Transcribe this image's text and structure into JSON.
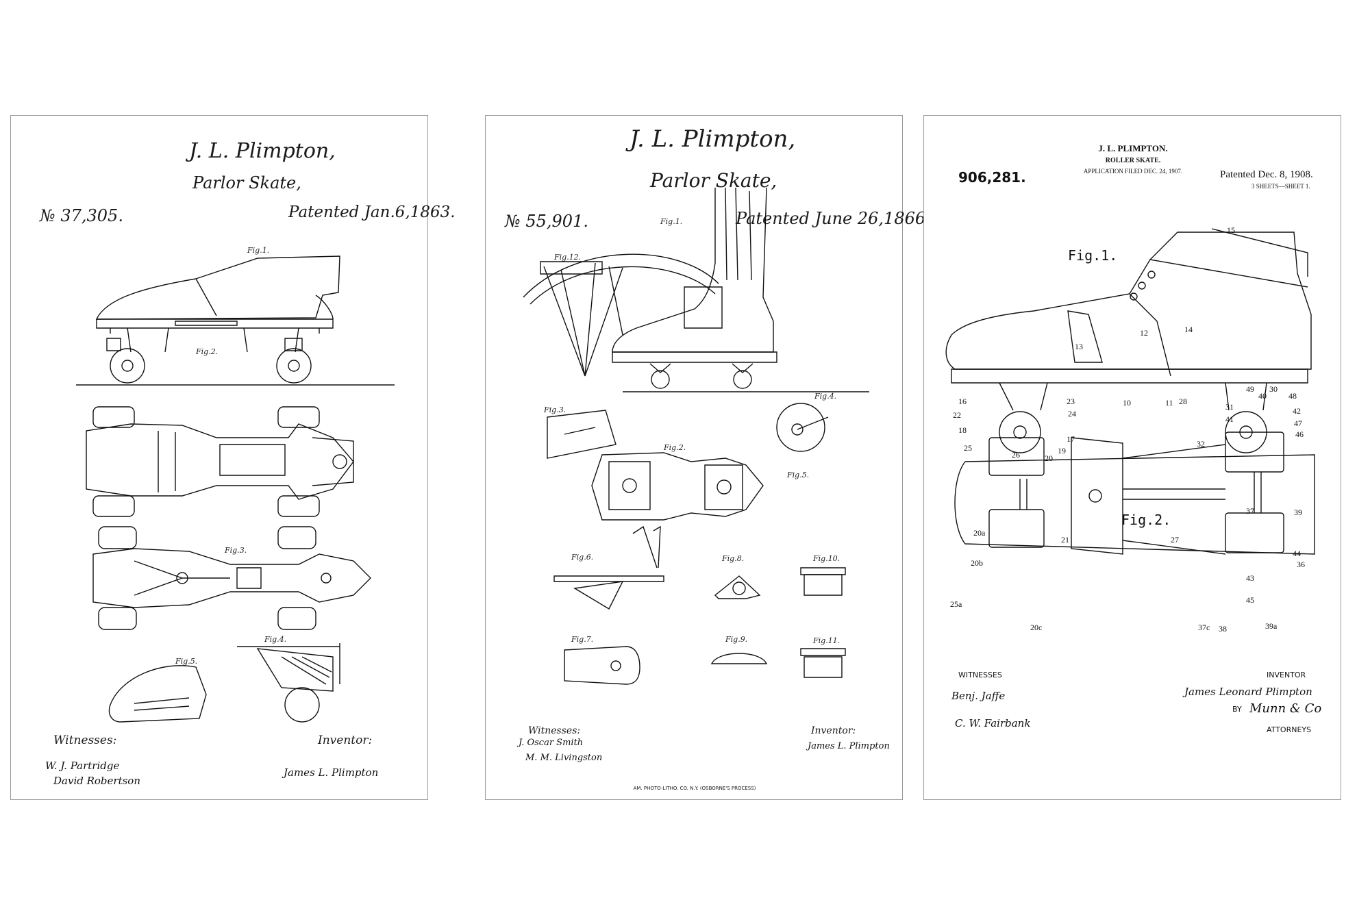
{
  "sheets": [
    {
      "inventor_name": "J. L. Plimpton,",
      "title": "Parlor Skate,",
      "patent_no": "№ 37,305.",
      "patent_date": "Patented Jan.6,1863.",
      "figures": [
        "Fig.1.",
        "Fig.2.",
        "Fig.3.",
        "Fig.4.",
        "Fig.5."
      ],
      "witnesses_label": "Witnesses:",
      "inventor_label": "Inventor:",
      "witness_signatures": [
        "W. J. Partridge",
        "David Robertson"
      ],
      "inventor_signature": "James L. Plimpton"
    },
    {
      "inventor_name": "J. L. Plimpton,",
      "title": "Parlor Skate,",
      "patent_no": "№ 55,901.",
      "patent_date": "Patented June 26,1866.",
      "figures": [
        "Fig.1.",
        "Fig.12.",
        "Fig.3.",
        "Fig.4.",
        "Fig.2.",
        "Fig.5.",
        "Fig.6.",
        "Fig.8.",
        "Fig.10.",
        "Fig.7.",
        "Fig.9.",
        "Fig.11."
      ],
      "witnesses_label": "Witnesses:",
      "inventor_label": "Inventor:",
      "witness_signatures": [
        "J. Oscar Smith",
        "M. M. Livingston"
      ],
      "inventor_signature": "James L. Plimpton",
      "printer_line": "AM. PHOTO-LITHO. CO. N.Y. (OSBORNE'S PROCESS)"
    },
    {
      "inventor_name": "J. L. PLIMPTON.",
      "title": "ROLLER SKATE.",
      "application_line": "APPLICATION FILED DEC. 24, 1907.",
      "patent_no": "906,281.",
      "patent_date": "Patented Dec. 8, 1908.",
      "sheets_line": "3 SHEETS—SHEET 1.",
      "figures": [
        "Fig.1.",
        "Fig.2."
      ],
      "ref_numbers": [
        "15",
        "14",
        "13",
        "12",
        "10",
        "11",
        "16",
        "22",
        "23",
        "24",
        "18",
        "17",
        "19",
        "20",
        "25",
        "26",
        "28",
        "31",
        "41",
        "30",
        "40",
        "49",
        "48",
        "42",
        "47",
        "46",
        "32",
        "44",
        "39",
        "37",
        "45",
        "43",
        "36",
        "20a",
        "20b",
        "20c",
        "21",
        "25a",
        "27",
        "38",
        "37c",
        "39a"
      ],
      "witnesses_label": "WITNESSES",
      "inventor_label": "INVENTOR",
      "by_label": "BY",
      "attorneys_label": "ATTORNEYS",
      "witness_signatures": [
        "Benj. Jaffe",
        "C. W. Fairbank"
      ],
      "inventor_signature": "James Leonard Plimpton",
      "attorney_signature": "Munn & Co"
    }
  ]
}
